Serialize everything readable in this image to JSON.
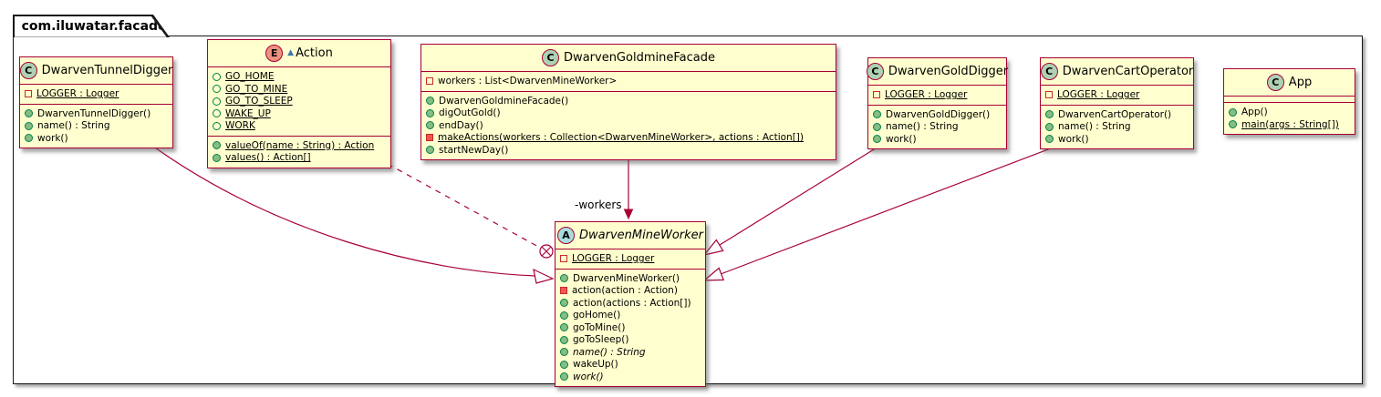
{
  "package": {
    "title": "com.iluwatar.facade"
  },
  "colors": {
    "accent": "#A80036",
    "node_fill": "#FEFECE",
    "spot_class": "#ADD1B2",
    "spot_enum": "#EB937F",
    "spot_abstract": "#A9DCDF",
    "frame_border": "#181818"
  },
  "icons": {
    "public_method": "public-method-icon (filled green circle)",
    "private_method": "private-method-icon (filled red square)",
    "private_field": "private-field-icon (outlined red square)",
    "public_field": "public-field-icon (outlined green circle)",
    "nested": "nested-class-triangle-icon"
  },
  "classes": {
    "tunnel": {
      "spot": "C",
      "name": "DwarvenTunnelDigger",
      "fields": [
        {
          "icon": "private-field-icon",
          "text": "LOGGER : Logger",
          "static": true
        }
      ],
      "methods": [
        {
          "icon": "public-method-icon",
          "text": "DwarvenTunnelDigger()"
        },
        {
          "icon": "public-method-icon",
          "text": "name() : String"
        },
        {
          "icon": "public-method-icon",
          "text": "work()"
        }
      ]
    },
    "action": {
      "spot": "E",
      "nested_marker": "▲",
      "name": "Action",
      "constants": [
        {
          "icon": "public-field-icon",
          "text": "GO_HOME",
          "static": true
        },
        {
          "icon": "public-field-icon",
          "text": "GO_TO_MINE",
          "static": true
        },
        {
          "icon": "public-field-icon",
          "text": "GO_TO_SLEEP",
          "static": true
        },
        {
          "icon": "public-field-icon",
          "text": "WAKE_UP",
          "static": true
        },
        {
          "icon": "public-field-icon",
          "text": "WORK",
          "static": true
        }
      ],
      "methods": [
        {
          "icon": "public-method-icon",
          "text": "valueOf(name : String) : Action",
          "static": true
        },
        {
          "icon": "public-method-icon",
          "text": "values() : Action[]",
          "static": true
        }
      ]
    },
    "facade": {
      "spot": "C",
      "name": "DwarvenGoldmineFacade",
      "fields": [
        {
          "icon": "private-field-icon",
          "text": "workers : List<DwarvenMineWorker>"
        }
      ],
      "methods": [
        {
          "icon": "public-method-icon",
          "text": "DwarvenGoldmineFacade()"
        },
        {
          "icon": "public-method-icon",
          "text": "digOutGold()"
        },
        {
          "icon": "public-method-icon",
          "text": "endDay()"
        },
        {
          "icon": "private-method-icon",
          "text": "makeActions(workers : Collection<DwarvenMineWorker>, actions : Action[])",
          "static": true
        },
        {
          "icon": "public-method-icon",
          "text": "startNewDay()"
        }
      ]
    },
    "golddigger": {
      "spot": "C",
      "name": "DwarvenGoldDigger",
      "fields": [
        {
          "icon": "private-field-icon",
          "text": "LOGGER : Logger",
          "static": true
        }
      ],
      "methods": [
        {
          "icon": "public-method-icon",
          "text": "DwarvenGoldDigger()"
        },
        {
          "icon": "public-method-icon",
          "text": "name() : String"
        },
        {
          "icon": "public-method-icon",
          "text": "work()"
        }
      ]
    },
    "cartoperator": {
      "spot": "C",
      "name": "DwarvenCartOperator",
      "fields": [
        {
          "icon": "private-field-icon",
          "text": "LOGGER : Logger",
          "static": true
        }
      ],
      "methods": [
        {
          "icon": "public-method-icon",
          "text": "DwarvenCartOperator()"
        },
        {
          "icon": "public-method-icon",
          "text": "name() : String"
        },
        {
          "icon": "public-method-icon",
          "text": "work()"
        }
      ]
    },
    "app": {
      "spot": "C",
      "name": "App",
      "fields": [],
      "methods": [
        {
          "icon": "public-method-icon",
          "text": "App()"
        },
        {
          "icon": "public-method-icon",
          "text": "main(args : String[])",
          "static": true
        }
      ]
    },
    "mineworker": {
      "spot": "A",
      "name": "DwarvenMineWorker",
      "abstract": true,
      "fields": [
        {
          "icon": "private-field-icon",
          "text": "LOGGER : Logger",
          "static": true
        }
      ],
      "methods": [
        {
          "icon": "public-method-icon",
          "text": "DwarvenMineWorker()"
        },
        {
          "icon": "private-method-icon",
          "text": "action(action : Action)"
        },
        {
          "icon": "public-method-icon",
          "text": "action(actions : Action[])"
        },
        {
          "icon": "public-method-icon",
          "text": "goHome()"
        },
        {
          "icon": "public-method-icon",
          "text": "goToMine()"
        },
        {
          "icon": "public-method-icon",
          "text": "goToSleep()"
        },
        {
          "icon": "public-method-icon",
          "text": "name() : String",
          "abstract": true
        },
        {
          "icon": "public-method-icon",
          "text": "wakeUp()"
        },
        {
          "icon": "public-method-icon",
          "text": "work()",
          "abstract": true
        }
      ]
    }
  },
  "edges": {
    "workers_label": "-workers",
    "relations": [
      {
        "from": "DwarvenTunnelDigger",
        "to": "DwarvenMineWorker",
        "type": "extends"
      },
      {
        "from": "Action",
        "to": "DwarvenMineWorker",
        "type": "inner-class",
        "style": "dashed"
      },
      {
        "from": "DwarvenGoldmineFacade",
        "to": "DwarvenMineWorker",
        "type": "association",
        "label": "-workers"
      },
      {
        "from": "DwarvenGoldDigger",
        "to": "DwarvenMineWorker",
        "type": "extends"
      },
      {
        "from": "DwarvenCartOperator",
        "to": "DwarvenMineWorker",
        "type": "extends"
      }
    ]
  }
}
